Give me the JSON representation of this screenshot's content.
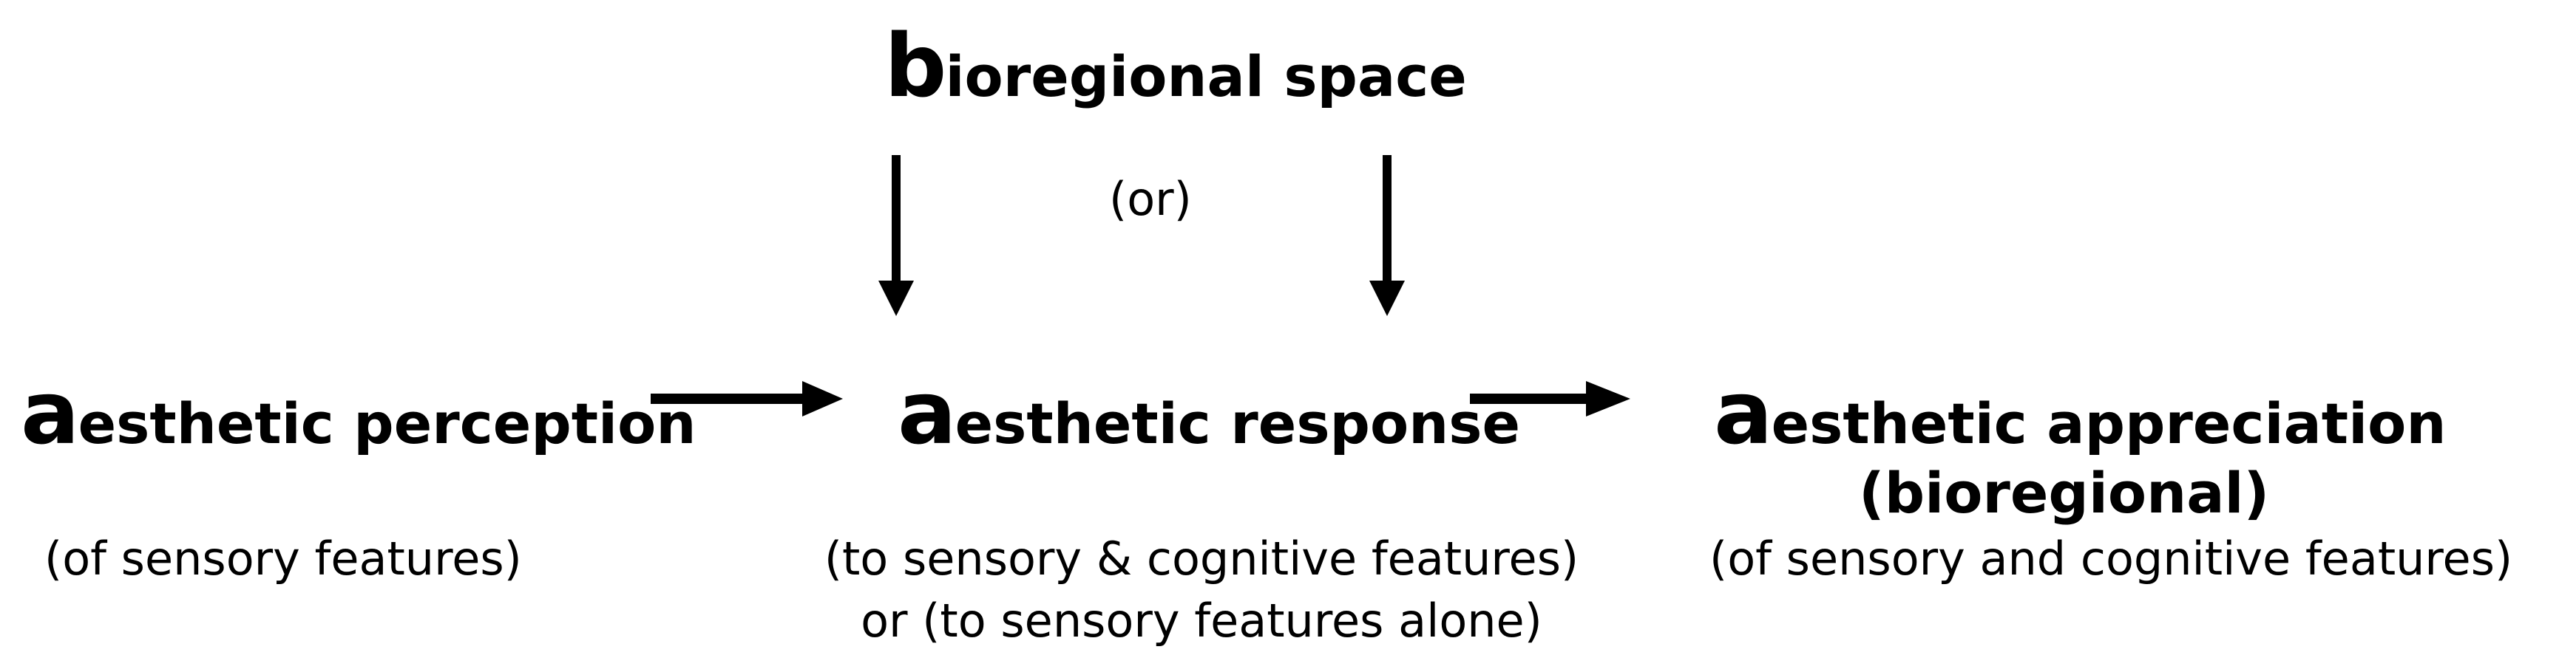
{
  "top": {
    "initial": "b",
    "rest": "ioregional space",
    "or_label": "(or)"
  },
  "left": {
    "initial": "a",
    "rest": "esthetic perception",
    "note": "(of sensory features)"
  },
  "middle": {
    "initial": "a",
    "rest": "esthetic response",
    "note_line1": "(to sensory & cognitive features)",
    "note_line2": "or (to sensory features alone)"
  },
  "right": {
    "initial": "a",
    "rest": "esthetic appreciation",
    "qualifier": "(bioregional)",
    "note": "(of sensory and cognitive features)"
  },
  "colors": {
    "text": "#000000",
    "arrow": "#000000",
    "background": "#ffffff"
  }
}
